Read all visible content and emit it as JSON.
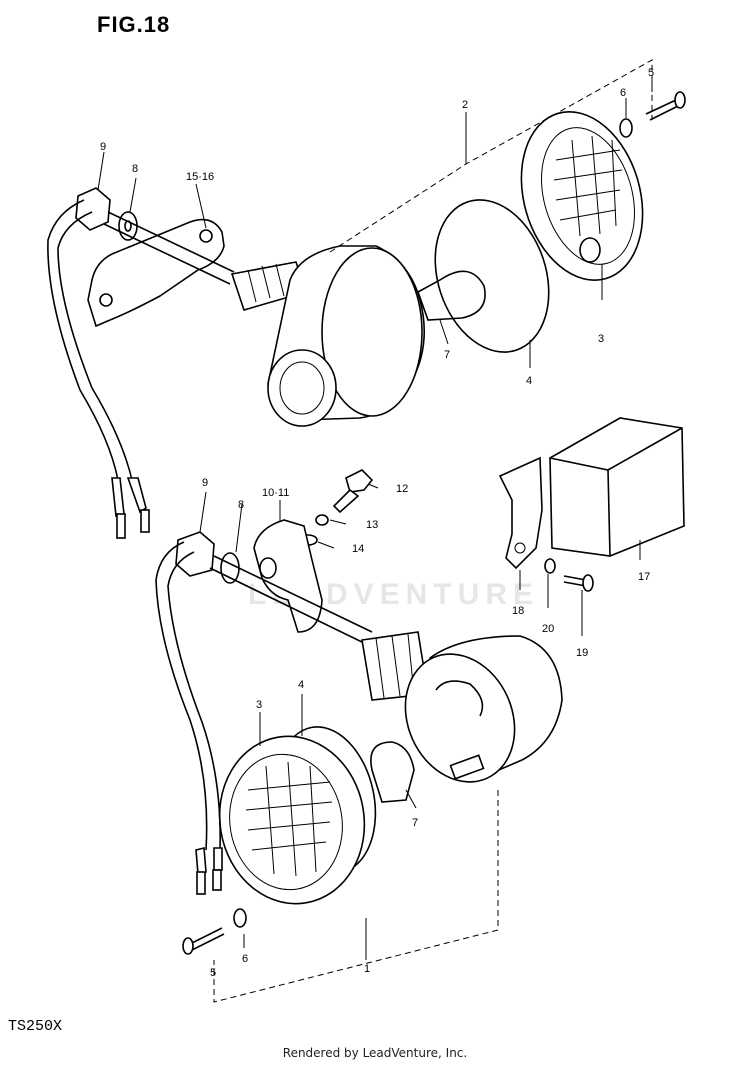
{
  "figure": {
    "title": "FIG.18",
    "model": "TS250X",
    "footer": "Rendered by LeadVenture, Inc.",
    "watermark": "LEADVENTURE"
  },
  "callouts": {
    "c9a": "9",
    "c8a": "8",
    "c1516": "15·16",
    "c2": "2",
    "c6a": "6",
    "c5a": "5",
    "c7a": "7",
    "c4a": "4",
    "c3a": "3",
    "c12": "12",
    "c13": "13",
    "c14": "14",
    "c9b": "9",
    "c8b": "8",
    "c1011": "10·11",
    "c17": "17",
    "c18": "18",
    "c20": "20",
    "c19": "19",
    "c4b": "4",
    "c3b": "3",
    "c7b": "7",
    "c5b": "5",
    "c6b": "6",
    "c1": "1"
  }
}
